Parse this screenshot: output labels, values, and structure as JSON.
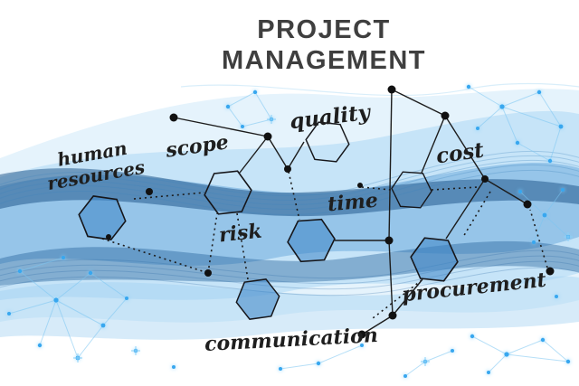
{
  "title": {
    "line1": "PROJECT",
    "line2": "MANAGEMENT"
  },
  "labels": [
    {
      "id": "human-resources",
      "text": "human resources"
    },
    {
      "id": "scope",
      "text": "scope"
    },
    {
      "id": "quality",
      "text": "quality"
    },
    {
      "id": "cost",
      "text": "cost"
    },
    {
      "id": "time",
      "text": "time"
    },
    {
      "id": "risk",
      "text": "risk"
    },
    {
      "id": "procurement",
      "text": "procurement"
    },
    {
      "id": "communication",
      "text": "communication"
    }
  ],
  "colors": {
    "background": "#ffffff",
    "wave_light": "#cfe9fa",
    "wave_mid": "#5b9fd6",
    "wave_navy": "#174f86",
    "plexus_blue": "#38a7ef",
    "ink": "#1c1c1c",
    "title_text": "#3f3f3f",
    "hex_fill": "#3e85c6"
  }
}
